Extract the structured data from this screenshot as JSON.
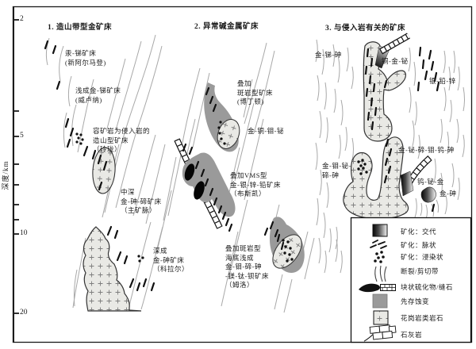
{
  "axis": {
    "label": "深度/km",
    "tick_labels": [
      "2",
      "5",
      "10",
      "20"
    ]
  },
  "sections": [
    {
      "title": "1. 造山带型金矿床",
      "labels": [
        "汞-锑矿床\n(新阿尔马登)",
        "浅成金-锑矿床\n(威卢纳)",
        "容矿岩为侵入岩的\n造山型矿床\n（玲珑）",
        "中深\n金-砷-碲矿床\n（主矿脉）",
        "深成\n金-砷矿床\n（科拉尔）"
      ]
    },
    {
      "title": "2. 异常碱金属矿床",
      "labels": [
        "叠加\n斑岩型矿床\n(博丁顿)",
        "金-铜-钼-铋",
        "叠加VMS型\n金-银-锌-铅矿床\n（布斯凯）",
        "叠加斑岩型\n海底浅成\n金-钼-碲-砷\n-镁-钛-钡矿床\n（姆洛）"
      ]
    },
    {
      "title": "3. 与侵入岩有关的矿床",
      "labels": [
        "金-锑-砷",
        "铜-金-铋",
        "银-铅-锌",
        "金-铋-碲-钼-钨-砷",
        "金-钼-铋-\n碲-砷",
        "钨-铋-金",
        "金-砷"
      ]
    }
  ],
  "legend": {
    "items": [
      {
        "label": "矿化：交代",
        "swatch": "replacement-gradient"
      },
      {
        "label": "矿化：脉状",
        "swatch": "vein-dashes"
      },
      {
        "label": "矿化：浸染状",
        "swatch": "disseminated-dots"
      },
      {
        "label": "断裂/剪切带",
        "swatch": "fault-shear-lines"
      },
      {
        "label": "块状硫化物/缝石",
        "swatch": "massive-sulfide-chert"
      },
      {
        "label": "先存蚀变",
        "swatch": "pre-existing-alteration"
      },
      {
        "label": "花岗岩类岩石",
        "swatch": "granitoid-rock"
      },
      {
        "label": "石灰岩",
        "swatch": "limestone"
      }
    ]
  },
  "colors": {
    "ink": "#1a1a1a",
    "shear_line": "#a8a8a8",
    "alteration_gray": "#9a9a9a",
    "granite_fill": "#e9e9e5",
    "paper": "#ffffff"
  }
}
